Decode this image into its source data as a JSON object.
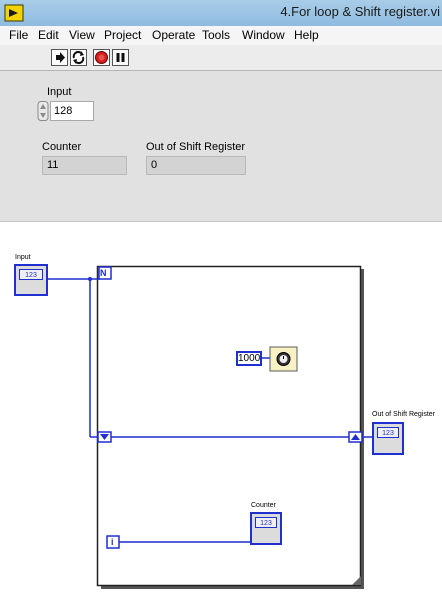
{
  "window": {
    "title": "4.For loop & Shift register.vi"
  },
  "menu": {
    "items": [
      "File",
      "Edit",
      "View",
      "Project",
      "Operate",
      "Tools",
      "Window",
      "Help"
    ]
  },
  "toolbar": {
    "buttons": [
      "run-arrow-icon",
      "run-continuously-icon",
      "abort-icon",
      "pause-icon"
    ]
  },
  "front_panel": {
    "input": {
      "label": "Input",
      "value": "128"
    },
    "counter": {
      "label": "Counter",
      "value": "11"
    },
    "out_shift_register": {
      "label": "Out of Shift Register",
      "value": "0"
    }
  },
  "block_diagram": {
    "input_terminal_label": "Input",
    "terminal_type_text": "123",
    "loop_count_letter": "N",
    "iteration_letter": "i",
    "wait_constant": "1000",
    "counter_label": "Counter",
    "out_shift_register_label": "Out of Shift Register"
  },
  "colors": {
    "wire_blue": "#1f2fd0",
    "panel_gray": "#e1e1e1",
    "titlebar_blue": "#a9cde8"
  }
}
